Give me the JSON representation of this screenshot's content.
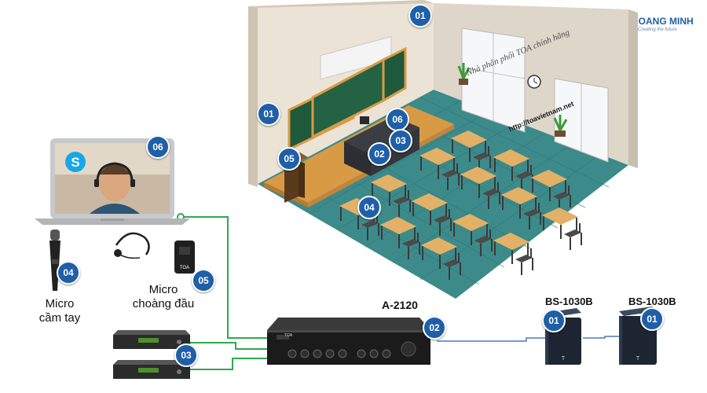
{
  "brand": {
    "name": "HOANG MINH",
    "tagline": "Creating the future",
    "mark_icon": "hoang-minh-logo-icon"
  },
  "watermark": {
    "text": "Nhà phân phối TOA chính hãng",
    "url": "http://toavietnam.net"
  },
  "devices": {
    "laptop": {
      "badge": "06",
      "icon": "laptop-icon",
      "screen_icon": "skype-icon"
    },
    "handheld_mic": {
      "label_line1": "Micro",
      "label_line2": "cầm tay",
      "badge": "04",
      "icon": "handheld-microphone-icon"
    },
    "headset_mic": {
      "label_line1": "Micro",
      "label_line2": "choàng đầu",
      "badge": "05",
      "icon": "headset-microphone-icon"
    },
    "receiver": {
      "badge": "03",
      "icon": "wireless-receiver-icon"
    },
    "amplifier": {
      "model": "A-2120",
      "badge": "02",
      "brand_text": "TOA",
      "icon": "amplifier-icon"
    },
    "speaker_left": {
      "model": "BS-1030B",
      "badge": "01",
      "icon": "speaker-icon"
    },
    "speaker_right": {
      "model": "BS-1030B",
      "badge": "01",
      "icon": "speaker-icon"
    }
  },
  "classroom": {
    "badges": [
      "01",
      "01",
      "06",
      "03",
      "02",
      "05",
      "04"
    ],
    "icon": "classroom-isometric-icon"
  },
  "colors": {
    "badge": "#1f5fa8",
    "connection_green": "#2fa84f",
    "connection_blue": "#4a7bb5",
    "floor": "#3d8a8a",
    "wall": "#ebe3d5"
  }
}
